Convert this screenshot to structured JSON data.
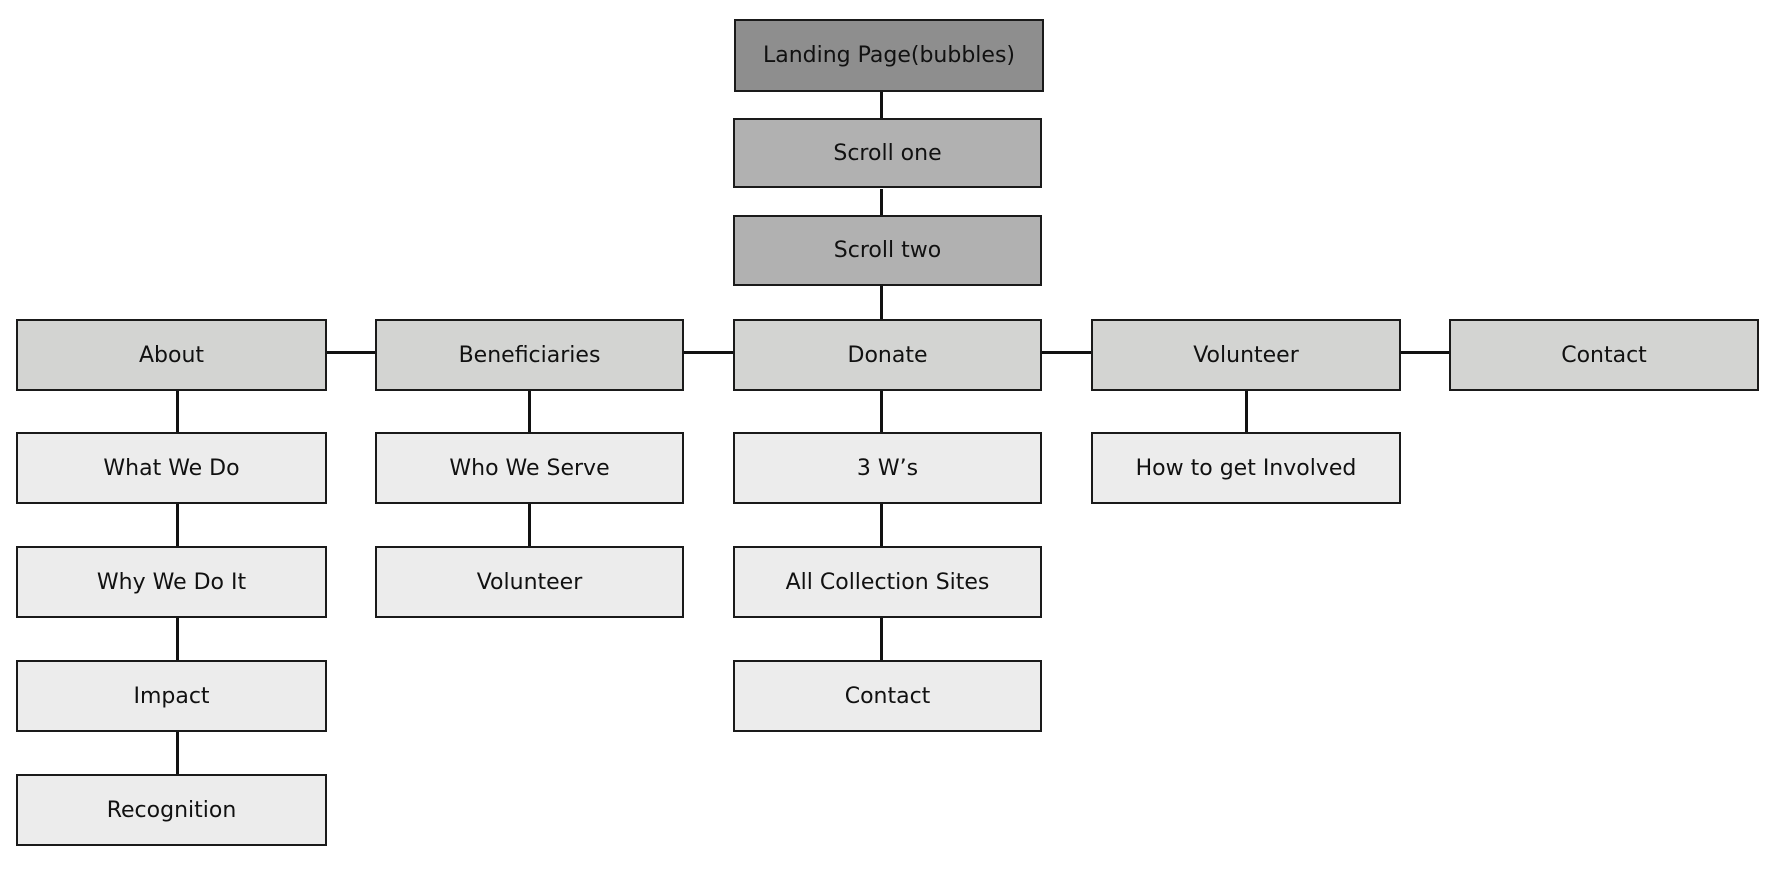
{
  "diagram": {
    "root": {
      "label": "Landing Page(bubbles)"
    },
    "scrolls": [
      {
        "label": "Scroll one"
      },
      {
        "label": "Scroll two"
      }
    ],
    "sections": [
      {
        "label": "About",
        "children": [
          "What We Do",
          "Why We Do It",
          "Impact",
          "Recognition"
        ]
      },
      {
        "label": "Beneficiaries",
        "children": [
          "Who We Serve",
          "Volunteer"
        ]
      },
      {
        "label": "Donate",
        "children": [
          "3 W’s",
          "All Collection Sites",
          "Contact"
        ]
      },
      {
        "label": "Volunteer",
        "children": [
          "How to get Involved"
        ]
      },
      {
        "label": "Contact",
        "children": []
      }
    ],
    "colors": {
      "root_fill": "#8e8e8e",
      "scroll_fill": "#b1b1b1",
      "section_fill": "#d3d4d2",
      "child_fill": "#ececec",
      "stroke": "#1a1a1a"
    }
  }
}
